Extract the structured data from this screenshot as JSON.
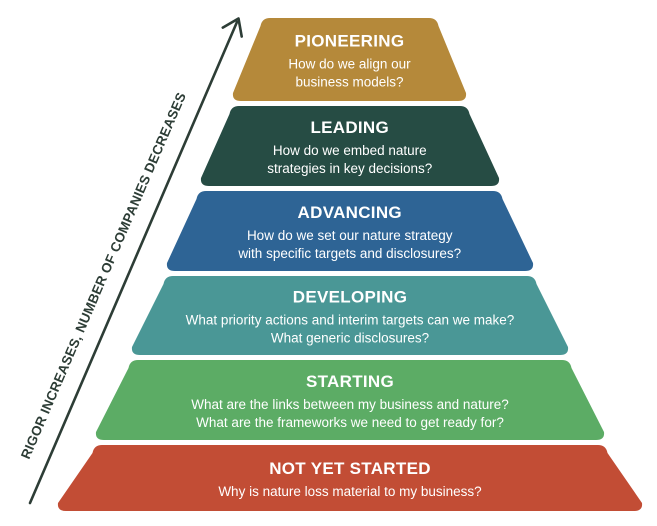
{
  "axis": {
    "label": "RIGOR INCREASES, NUMBER OF COMPANIES DECREASES"
  },
  "tiers": [
    {
      "title": "PIONEERING",
      "lines": [
        "How do we align our",
        "business models?"
      ],
      "color": "#b5893a"
    },
    {
      "title": "LEADING",
      "lines": [
        "How do we embed nature",
        "strategies in key decisions?"
      ],
      "color": "#264c44"
    },
    {
      "title": "ADVANCING",
      "lines": [
        "How do we set our nature strategy",
        "with specific targets and disclosures?"
      ],
      "color": "#2e6495"
    },
    {
      "title": "DEVELOPING",
      "lines": [
        "What priority actions and interim targets can we make?",
        "What generic disclosures?"
      ],
      "color": "#4a9796"
    },
    {
      "title": "STARTING",
      "lines": [
        "What are the links between my business and nature?",
        "What are the frameworks we need to get ready for?"
      ],
      "color": "#5cac65"
    },
    {
      "title": "NOT YET STARTED",
      "lines": [
        "Why is nature loss material to my business?"
      ],
      "color": "#c24d35"
    }
  ]
}
